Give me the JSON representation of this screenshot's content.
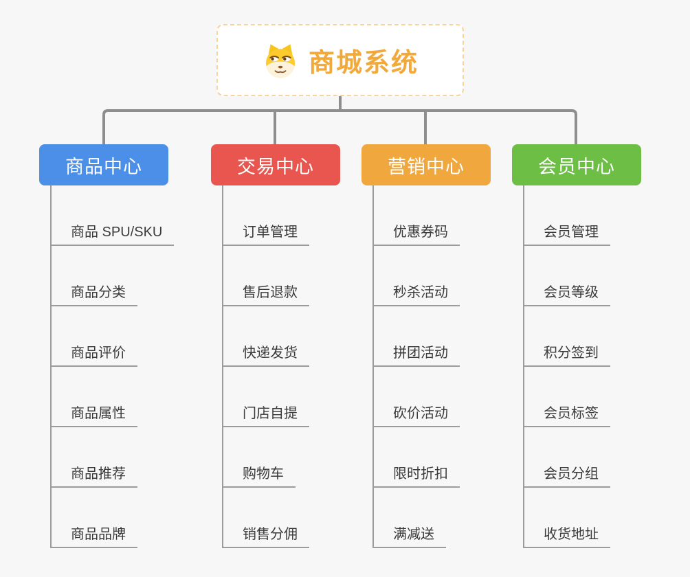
{
  "root": {
    "title": "商城系统",
    "icon": "doge-icon"
  },
  "colors": {
    "background": "#f7f7f7",
    "root_accent": "#f2a93b",
    "root_border": "#f8d49a",
    "connector": "#8e8e8e",
    "leaf_line": "#9b9b9b",
    "leaf_text": "#3a3a3a",
    "branch_blue": "#4b8fe8",
    "branch_red": "#e8564f",
    "branch_orange": "#efa73e",
    "branch_green": "#6cbe45"
  },
  "branches": [
    {
      "label": "商品中心",
      "color": "#4b8fe8",
      "items": [
        "商品 SPU/SKU",
        "商品分类",
        "商品评价",
        "商品属性",
        "商品推荐",
        "商品品牌"
      ]
    },
    {
      "label": "交易中心",
      "color": "#e8564f",
      "items": [
        "订单管理",
        "售后退款",
        "快递发货",
        "门店自提",
        "购物车",
        "销售分佣"
      ]
    },
    {
      "label": "营销中心",
      "color": "#efa73e",
      "items": [
        "优惠券码",
        "秒杀活动",
        "拼团活动",
        "砍价活动",
        "限时折扣",
        "满减送"
      ]
    },
    {
      "label": "会员中心",
      "color": "#6cbe45",
      "items": [
        "会员管理",
        "会员等级",
        "积分签到",
        "会员标签",
        "会员分组",
        "收货地址"
      ]
    }
  ]
}
